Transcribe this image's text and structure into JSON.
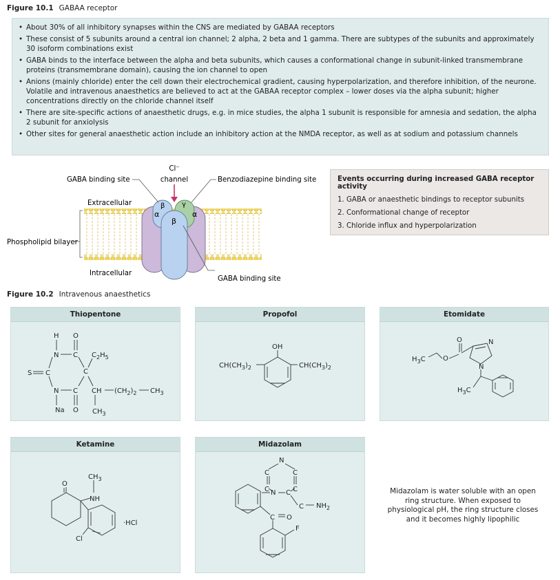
{
  "figure1": {
    "number": "Figure 10.1",
    "title": "GABAA receptor",
    "bullets": [
      "About 30% of all inhibitory synapses within the CNS are mediated by GABAA receptors",
      "These consist of 5 subunits around a central ion channel; 2 alpha, 2 beta and 1 gamma. There are subtypes of the subunits and approximately 30 isoform combinations exist",
      "GABA binds to the interface between the alpha and beta subunits, which causes a conformational change in subunit-linked transmembrane proteins (transmembrane domain), causing the ion channel to open",
      "Anions (mainly chloride) enter the cell down their electrochemical gradient, causing hyperpolarization, and therefore inhibition, of the neurone. Volatile and intravenous anaesthetics are believed to act at the GABAA receptor complex – lower doses via the alpha subunit; higher concentrations directly on the chloride channel itself",
      "There are site-specific actions of anaesthetic drugs, e.g. in mice studies, the alpha 1 subunit is responsible for amnesia and sedation, the alpha 2 subunit for anxiolysis",
      "Other sites for general anaesthetic action include an inhibitory action at the NMDA receptor, as well as at sodium and potassium channels"
    ],
    "diagram": {
      "gaba_site_top": "GABA binding site",
      "cl": "Cl⁻",
      "channel": "channel",
      "benzo_site": "Benzodiazepine binding site",
      "extracellular": "Extracellular",
      "intracellular": "Intracellular",
      "bilayer": "Phospholipid bilayer",
      "gaba_site_bottom": "GABA binding site",
      "alpha": "α",
      "beta": "β",
      "gamma": "γ"
    },
    "events": {
      "title": "Events occurring during increased GABA receptor activity",
      "items": [
        "1. GABA or anaesthetic bindings to receptor subunits",
        "2. Conformational change of receptor",
        "3. Chloride influx and hyperpolarization"
      ]
    }
  },
  "figure2": {
    "number": "Figure 10.2",
    "title": "Intravenous anaesthetics",
    "panels": {
      "thiopentone": "Thiopentone",
      "propofol": "Propofol",
      "etomidate": "Etomidate",
      "ketamine": "Ketamine",
      "midazolam": "Midazolam"
    },
    "note": "Midazolam is water soluble with an open ring structure.  When exposed to physiological pH, the ring structure closes and it becomes highly lipophilic"
  },
  "colors": {
    "panel_bg": "#e2eeee",
    "panel_header": "#cfe2e1",
    "bilayer": "#f2d85a",
    "alpha_subunit": "#cdb9da",
    "beta_subunit": "#b9d2ef",
    "gamma_subunit": "#a9d0a6",
    "arrow": "#c4336b"
  }
}
